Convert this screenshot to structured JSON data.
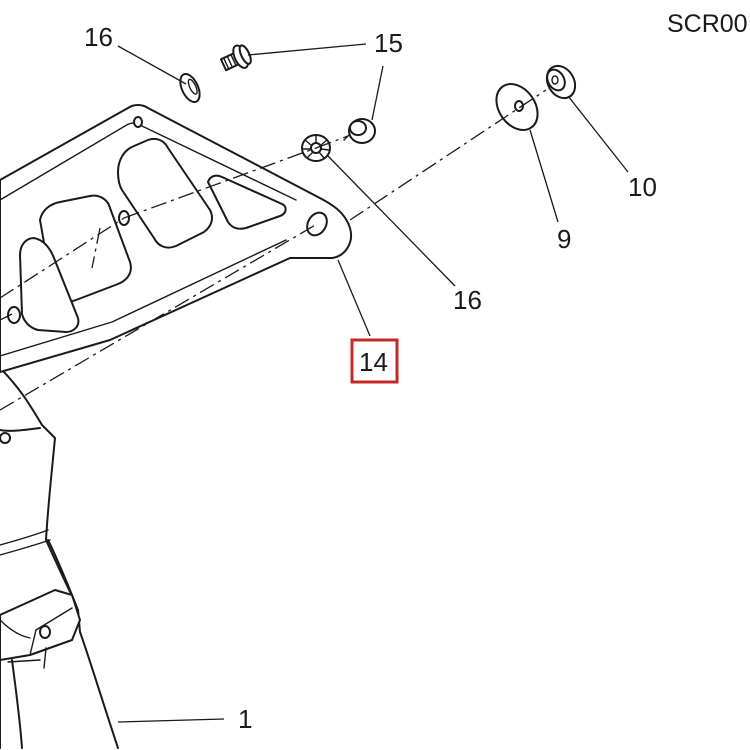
{
  "drawing_code": "SCR00",
  "callouts": {
    "washer_top": "16",
    "screw_top": "15",
    "washer_right": "9",
    "nut_right": "10",
    "washer_mid": "16",
    "bracket": "14",
    "body": "1"
  },
  "highlighted_callout": "14",
  "highlight_color": "#c62828"
}
